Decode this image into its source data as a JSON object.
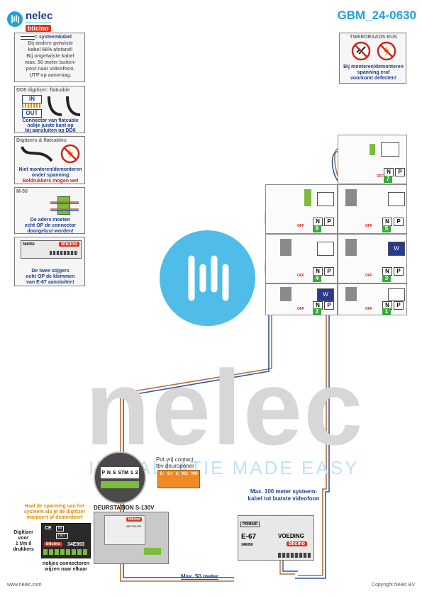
{
  "header": {
    "logo": "nelec",
    "logo_tagline": "INSTALLATIE MADE EASY",
    "brand": "bticino",
    "title": "GBM_24-0630"
  },
  "left_panels": {
    "system_cable": {
      "heading": "= systeemkabel",
      "lines": [
        "Bij andere getwiste",
        "kabel 66% afstand!",
        "Bij ongetwiste kabel",
        "max. 50 meter buiten-",
        "post naar videofoon.",
        "UTP op aanvraag."
      ]
    },
    "dd8": {
      "heading": "DD8 digitizer: flatcable",
      "in_label": "IN",
      "out_label": "OUT",
      "lines": [
        "Connector van flatcable",
        "nokje juiste kant op",
        "bij aansluiten op DD8"
      ]
    },
    "digitizers": {
      "heading": "Digitzers & flatcables",
      "lines_blue": [
        "Niet monteren/demonteren",
        "onder spanning"
      ],
      "line_red": "Beldrukkers mogen wel"
    },
    "m50": {
      "heading": "M-50",
      "lines": [
        "De aders moeten",
        "echt OP de connector",
        "doorgelust worden!"
      ]
    },
    "e67": {
      "code": "346050",
      "brand": "bticino",
      "lines": [
        "De twee stijgers",
        "echt OP de klemmen",
        "van E-67 aansluiten!"
      ]
    }
  },
  "top_right": {
    "heading": "TWEEDRAADS BUS",
    "lines": [
      "Bij monteren/demonteren",
      "spanning eraf",
      "voorkomt defecten!"
    ]
  },
  "apartments": [
    {
      "num": "7",
      "screen": "light"
    },
    {
      "num": "6",
      "screen": "light"
    },
    {
      "num": "5",
      "screen": "light"
    },
    {
      "num": "4",
      "screen": "light"
    },
    {
      "num": "3",
      "screen": "dark"
    },
    {
      "num": "2",
      "screen": "dark"
    },
    {
      "num": "1",
      "screen": "light"
    }
  ],
  "apt_labels": {
    "n": "N",
    "p": "P",
    "off": "OFF"
  },
  "screen_w": "W",
  "watermark": {
    "word": "nelec",
    "tagline": "INSTALLATIE MADE EASY"
  },
  "door_station": {
    "label": "DEURSTATION S-130V",
    "module_code": "ART351000",
    "brand": "bticino",
    "keypad": [
      "P",
      "N",
      "S",
      "STM",
      "1",
      "2"
    ]
  },
  "potfree": {
    "lines": [
      "Pot.vrij contact",
      "tbv deuropener"
    ],
    "terminals": [
      "S-",
      "S+",
      "C",
      "NC",
      "NO"
    ]
  },
  "digitizer_note": {
    "orange": [
      "Haal de spanning van het",
      "systeem als je de digitizer",
      "monteert of demonteert"
    ],
    "side": [
      "Digitizer",
      "voor",
      "1 t/m 8",
      "drukkers"
    ],
    "code": "34E993",
    "brand": "bticino",
    "in": "IN",
    "out": "OUT",
    "bottom": [
      "nokjes connectoren",
      "wijzen naar elkaar"
    ]
  },
  "power_supply": {
    "primair": "PRIMAIR",
    "model": "E-67",
    "label": "VOEDING",
    "code": "346050",
    "brand": "bticino"
  },
  "max100": [
    "Max. 100 meter systeem-",
    "kabel tot laatste videofoon"
  ],
  "max50": "Max. 50 meter",
  "footer": {
    "left": "www.nelec.com",
    "right": "Copyright Nelec BV"
  },
  "colors": {
    "blue": "#1a3e93",
    "red": "#d2231d",
    "cyan": "#1fa3d8",
    "green": "#3aa83a",
    "orange": "#e08a00",
    "wire_brown": "#b0703a",
    "wire_blue": "#2b57a8"
  }
}
